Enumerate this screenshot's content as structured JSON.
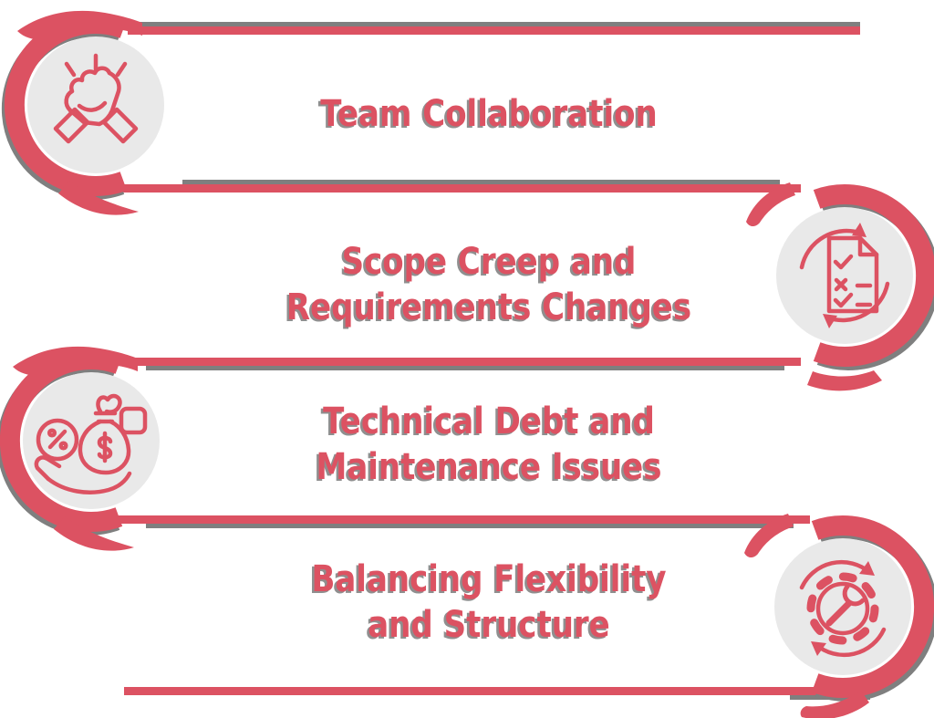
{
  "colors": {
    "accent_red": "#dc5262",
    "line_gray": "#7f7f7f",
    "circle_fill": "#e9e9e9",
    "text_shadow": "#8f8f8f"
  },
  "rows": [
    {
      "title": "Team Collaboration",
      "lines": [
        "Team Collaboration"
      ],
      "icon": "fist-bump",
      "icon_side": "left"
    },
    {
      "title": "Scope Creep and Requirements Changes",
      "lines": [
        "Scope Creep and",
        "Requirements Changes"
      ],
      "icon": "document-refresh",
      "icon_side": "right"
    },
    {
      "title": "Technical Debt and Maintenance Issues",
      "lines": [
        "Technical Debt and",
        "Maintenance Issues"
      ],
      "icon": "money-bag-hand",
      "icon_side": "left"
    },
    {
      "title": "Balancing Flexibility and Structure",
      "lines": [
        "Balancing Flexibility",
        "and Structure"
      ],
      "icon": "gear-wrench-refresh",
      "icon_side": "right"
    }
  ]
}
